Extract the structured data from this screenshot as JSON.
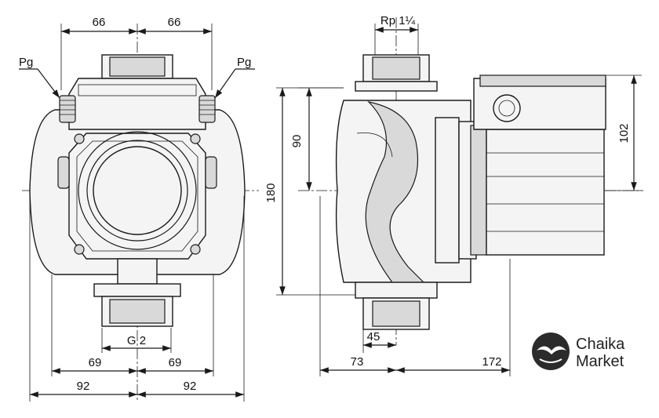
{
  "front_view": {
    "dim_top_left": "66",
    "dim_top_right": "66",
    "pressure_label_left": "Pg",
    "pressure_label_right": "Pg",
    "thread_label": "G 2",
    "dim_69_left": "69",
    "dim_69_right": "69",
    "dim_92_left": "92",
    "dim_92_right": "92"
  },
  "side_view": {
    "thread_top": "Rp 1¼",
    "dim_90": "90",
    "dim_180": "180",
    "dim_102": "102",
    "dim_45": "45",
    "dim_73": "73",
    "dim_172": "172"
  },
  "logo": {
    "line1": "Chaika",
    "line2": "Market"
  }
}
